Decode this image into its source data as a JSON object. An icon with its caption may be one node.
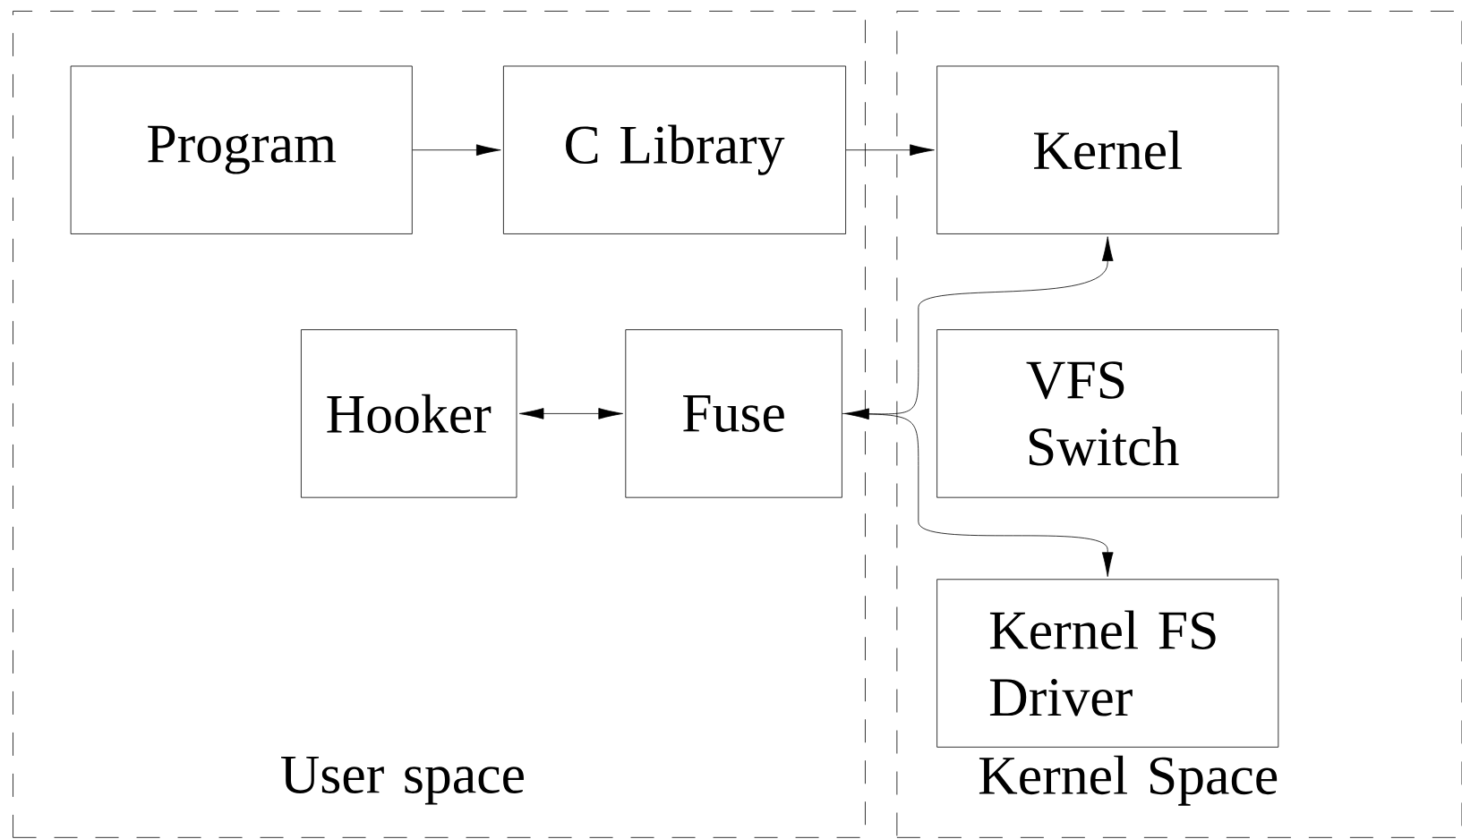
{
  "diagram": {
    "nodes": [
      {
        "text": [
          "User space"
        ]
      },
      {
        "text": [
          "Kernel Space"
        ]
      },
      {
        "text": [
          "Program"
        ],
        "in": 0
      },
      {
        "text": [
          "C Library"
        ],
        "in": 0
      },
      {
        "text": [
          "Kernel"
        ],
        "in": 1
      },
      {
        "text": [
          "Hooker"
        ],
        "in": 0
      },
      {
        "text": [
          "Fuse"
        ],
        "in": 0
      },
      {
        "text": [
          "VFS Switch"
        ],
        "in": 1
      },
      {
        "text": [
          "Kernel FS Driver"
        ],
        "in": 1
      }
    ],
    "edges": [
      {
        "from": 2,
        "to": 3,
        "arrow": "to"
      },
      {
        "from": 3,
        "to": 4,
        "arrow": "to"
      },
      {
        "from": 5,
        "to": 6,
        "arrow": "both"
      },
      {
        "from": 6,
        "to": 4,
        "arrow": "both"
      },
      {
        "from": 6,
        "to": 8,
        "arrow": "to"
      }
    ]
  }
}
